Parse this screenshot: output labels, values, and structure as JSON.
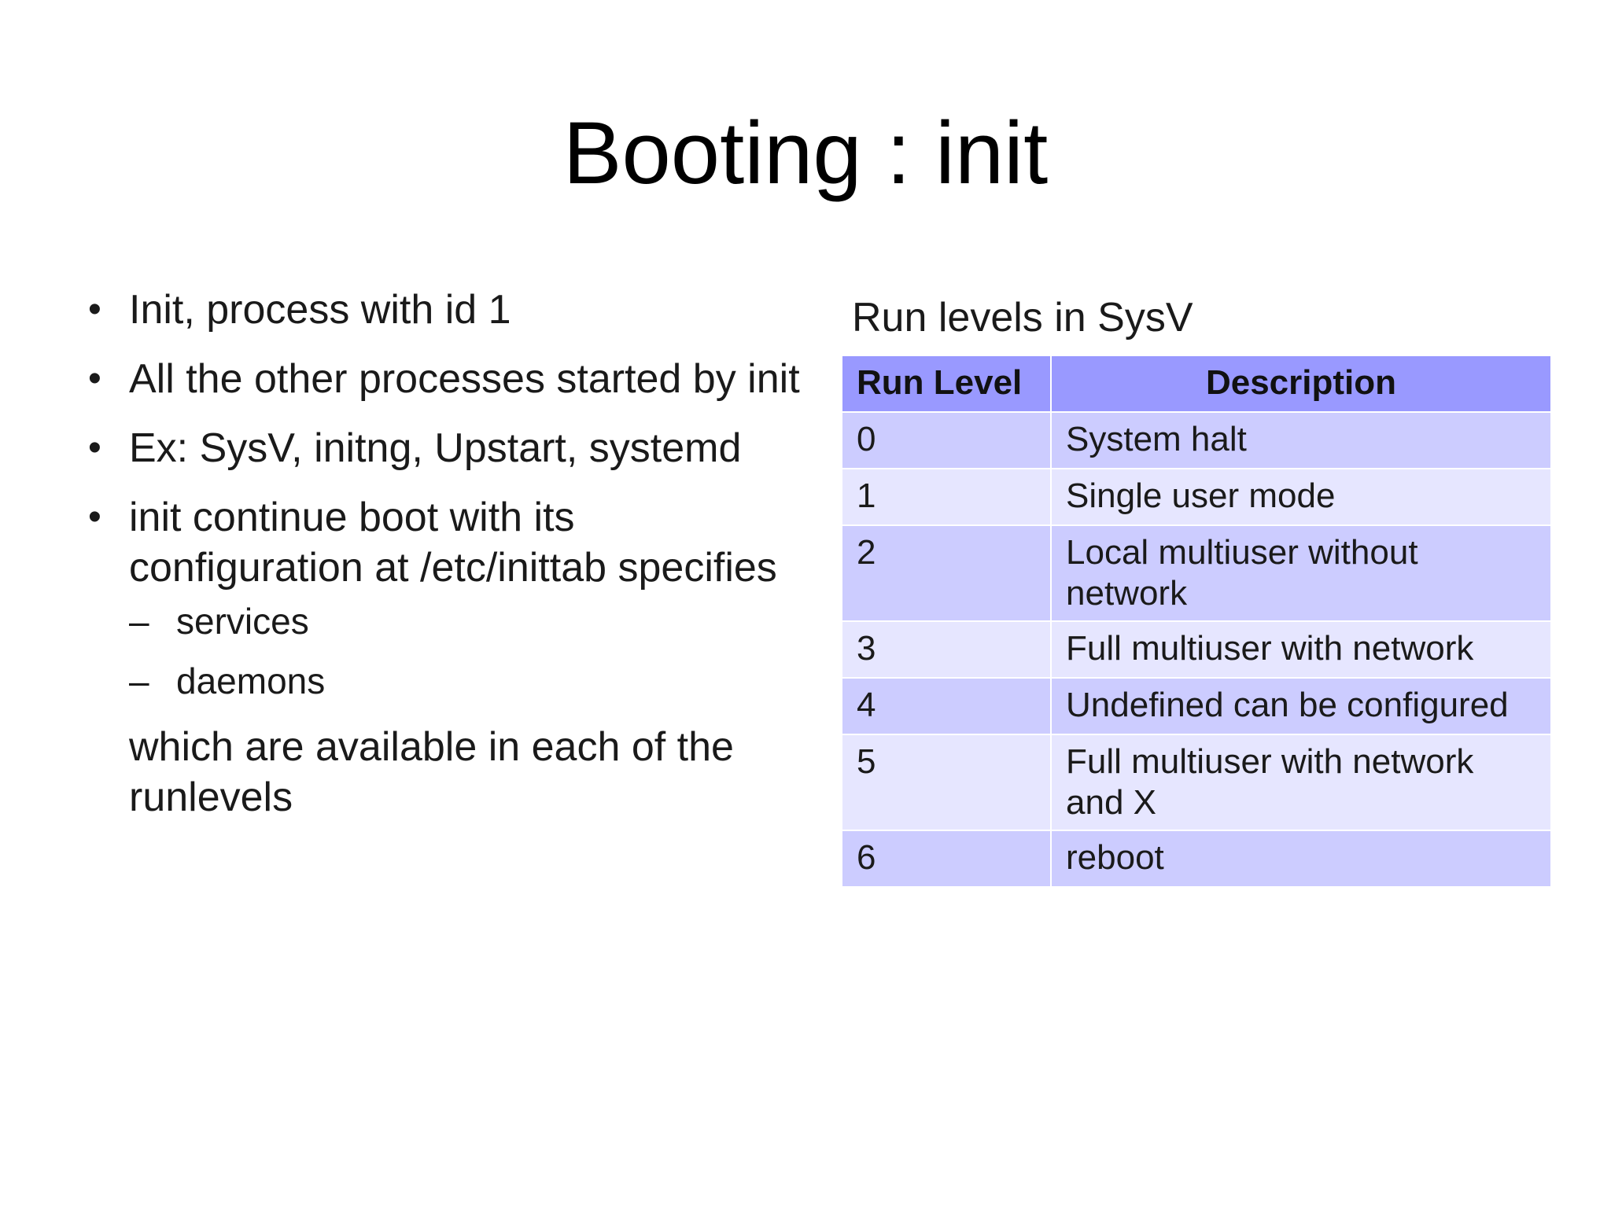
{
  "slide": {
    "title": "Booting : init"
  },
  "bullets": [
    {
      "text": "Init, process with id 1"
    },
    {
      "text": "All the other processes started by init"
    },
    {
      "text": "Ex: SysV, initng, Upstart, systemd"
    },
    {
      "text": "init continue boot with its configuration at /etc/inittab specifies",
      "subitems": [
        "services",
        "daemons"
      ],
      "trailing": "which are available in each of the runlevels"
    }
  ],
  "bullet_marker": "•",
  "subitem_marker": "–",
  "table": {
    "caption": "Run levels in SysV",
    "headers": [
      "Run Level",
      "Description"
    ],
    "rows": [
      {
        "level": "0",
        "description": "System halt"
      },
      {
        "level": "1",
        "description": "Single user mode"
      },
      {
        "level": "2",
        "description": "Local multiuser without network"
      },
      {
        "level": "3",
        "description": "Full multiuser with network"
      },
      {
        "level": "4",
        "description": "Undefined can be configured"
      },
      {
        "level": "5",
        "description": "Full multiuser with network and X"
      },
      {
        "level": "6",
        "description": "reboot"
      }
    ]
  },
  "colors": {
    "header_bg": "#9999ff",
    "row_odd_bg": "#ccccff",
    "row_even_bg": "#e6e6ff"
  }
}
